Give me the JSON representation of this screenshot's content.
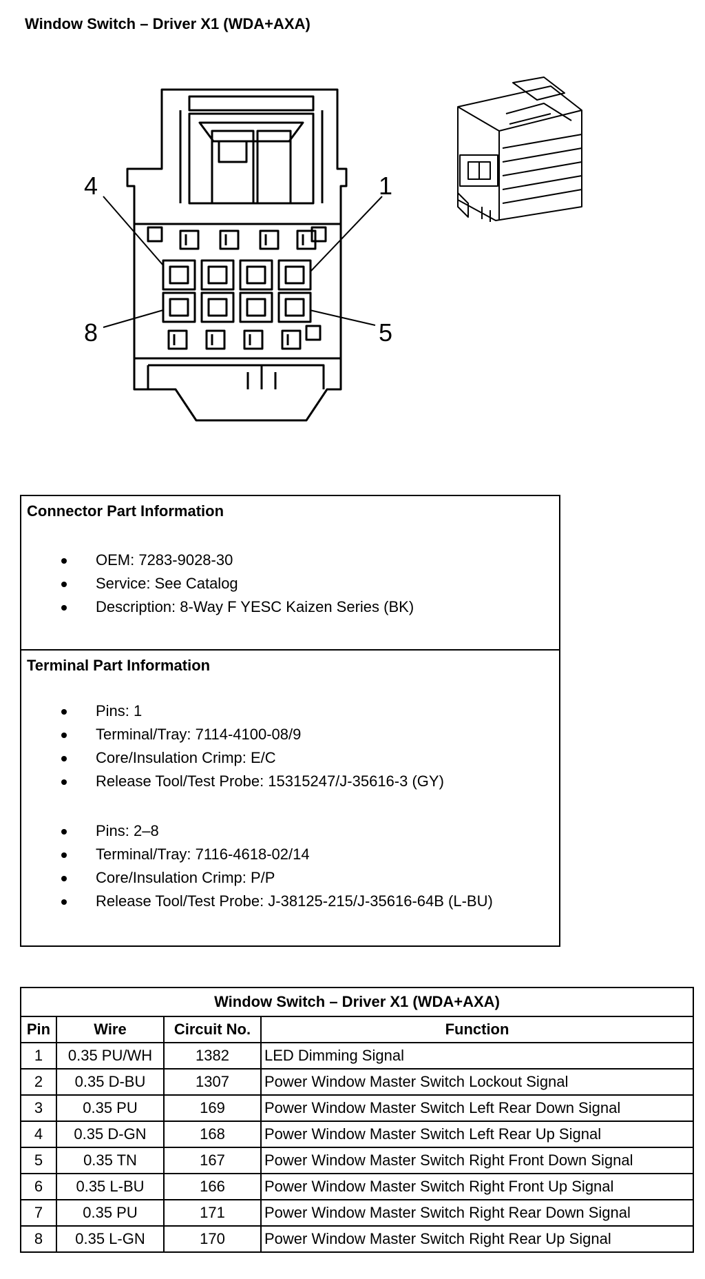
{
  "page_title": "Window Switch – Driver X1 (WDA+AXA)",
  "diagram": {
    "pin_callouts": [
      "4",
      "1",
      "8",
      "5"
    ]
  },
  "connector_info": {
    "heading": "Connector Part Information",
    "items": [
      "OEM: 7283-9028-30",
      "Service: See Catalog",
      "Description: 8-Way F YESC Kaizen Series (BK)"
    ]
  },
  "terminal_info": {
    "heading": "Terminal Part Information",
    "group1": [
      "Pins: 1",
      "Terminal/Tray: 7114-4100-08/9",
      "Core/Insulation Crimp: E/C",
      "Release Tool/Test Probe: 15315247/J-35616-3 (GY)"
    ],
    "group2": [
      "Pins: 2–8",
      "Terminal/Tray: 7116-4618-02/14",
      "Core/Insulation Crimp: P/P",
      "Release Tool/Test Probe: J-38125-215/J-35616-64B (L-BU)"
    ]
  },
  "pin_table": {
    "title": "Window Switch – Driver X1 (WDA+AXA)",
    "headers": [
      "Pin",
      "Wire",
      "Circuit No.",
      "Function"
    ],
    "rows": [
      [
        "1",
        "0.35 PU/WH",
        "1382",
        "LED Dimming Signal"
      ],
      [
        "2",
        "0.35 D-BU",
        "1307",
        "Power Window Master Switch Lockout Signal"
      ],
      [
        "3",
        "0.35 PU",
        "169",
        "Power Window Master Switch Left Rear Down Signal"
      ],
      [
        "4",
        "0.35 D-GN",
        "168",
        "Power Window Master Switch Left Rear Up Signal"
      ],
      [
        "5",
        "0.35 TN",
        "167",
        "Power Window Master Switch Right Front Down Signal"
      ],
      [
        "6",
        "0.35 L-BU",
        "166",
        "Power Window Master Switch Right Front Up Signal"
      ],
      [
        "7",
        "0.35 PU",
        "171",
        "Power Window Master Switch Right Rear Down Signal"
      ],
      [
        "8",
        "0.35 L-GN",
        "170",
        "Power Window Master Switch Right Rear Up Signal"
      ]
    ]
  }
}
